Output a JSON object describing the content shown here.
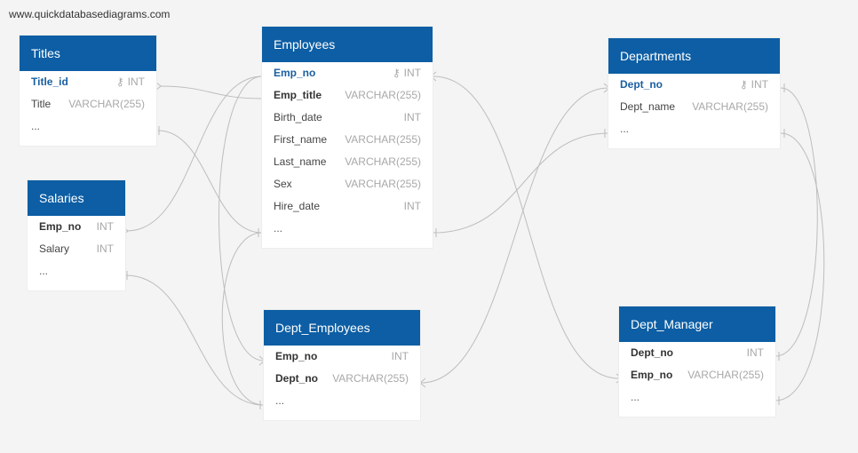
{
  "watermark": "www.quickdatabasediagrams.com",
  "colors": {
    "header": "#0d5ea4",
    "background": "#f3f4f3",
    "line": "#bdbdbd"
  },
  "icons": {
    "primary_key": "key-icon"
  },
  "tables": {
    "titles": {
      "name": "Titles",
      "fields": [
        {
          "name": "Title_id",
          "type": "INT",
          "pk": true
        },
        {
          "name": "Title",
          "type": "VARCHAR(255)"
        },
        {
          "name": "..."
        }
      ]
    },
    "salaries": {
      "name": "Salaries",
      "fields": [
        {
          "name": "Emp_no",
          "type": "INT",
          "fk": true
        },
        {
          "name": "Salary",
          "type": "INT"
        },
        {
          "name": "..."
        }
      ]
    },
    "employees": {
      "name": "Employees",
      "fields": [
        {
          "name": "Emp_no",
          "type": "INT",
          "pk": true
        },
        {
          "name": "Emp_title",
          "type": "VARCHAR(255)",
          "fk": true
        },
        {
          "name": "Birth_date",
          "type": "INT"
        },
        {
          "name": "First_name",
          "type": "VARCHAR(255)"
        },
        {
          "name": "Last_name",
          "type": "VARCHAR(255)"
        },
        {
          "name": "Sex",
          "type": "VARCHAR(255)"
        },
        {
          "name": "Hire_date",
          "type": "INT"
        },
        {
          "name": "..."
        }
      ]
    },
    "dept_employees": {
      "name": "Dept_Employees",
      "fields": [
        {
          "name": "Emp_no",
          "type": "INT",
          "fk": true
        },
        {
          "name": "Dept_no",
          "type": "VARCHAR(255)",
          "fk": true
        },
        {
          "name": "..."
        }
      ]
    },
    "departments": {
      "name": "Departments",
      "fields": [
        {
          "name": "Dept_no",
          "type": "INT",
          "pk": true
        },
        {
          "name": "Dept_name",
          "type": "VARCHAR(255)"
        },
        {
          "name": "..."
        }
      ]
    },
    "dept_manager": {
      "name": "Dept_Manager",
      "fields": [
        {
          "name": "Dept_no",
          "type": "INT",
          "fk": true
        },
        {
          "name": "Emp_no",
          "type": "VARCHAR(255)",
          "fk": true
        },
        {
          "name": "..."
        }
      ]
    }
  }
}
